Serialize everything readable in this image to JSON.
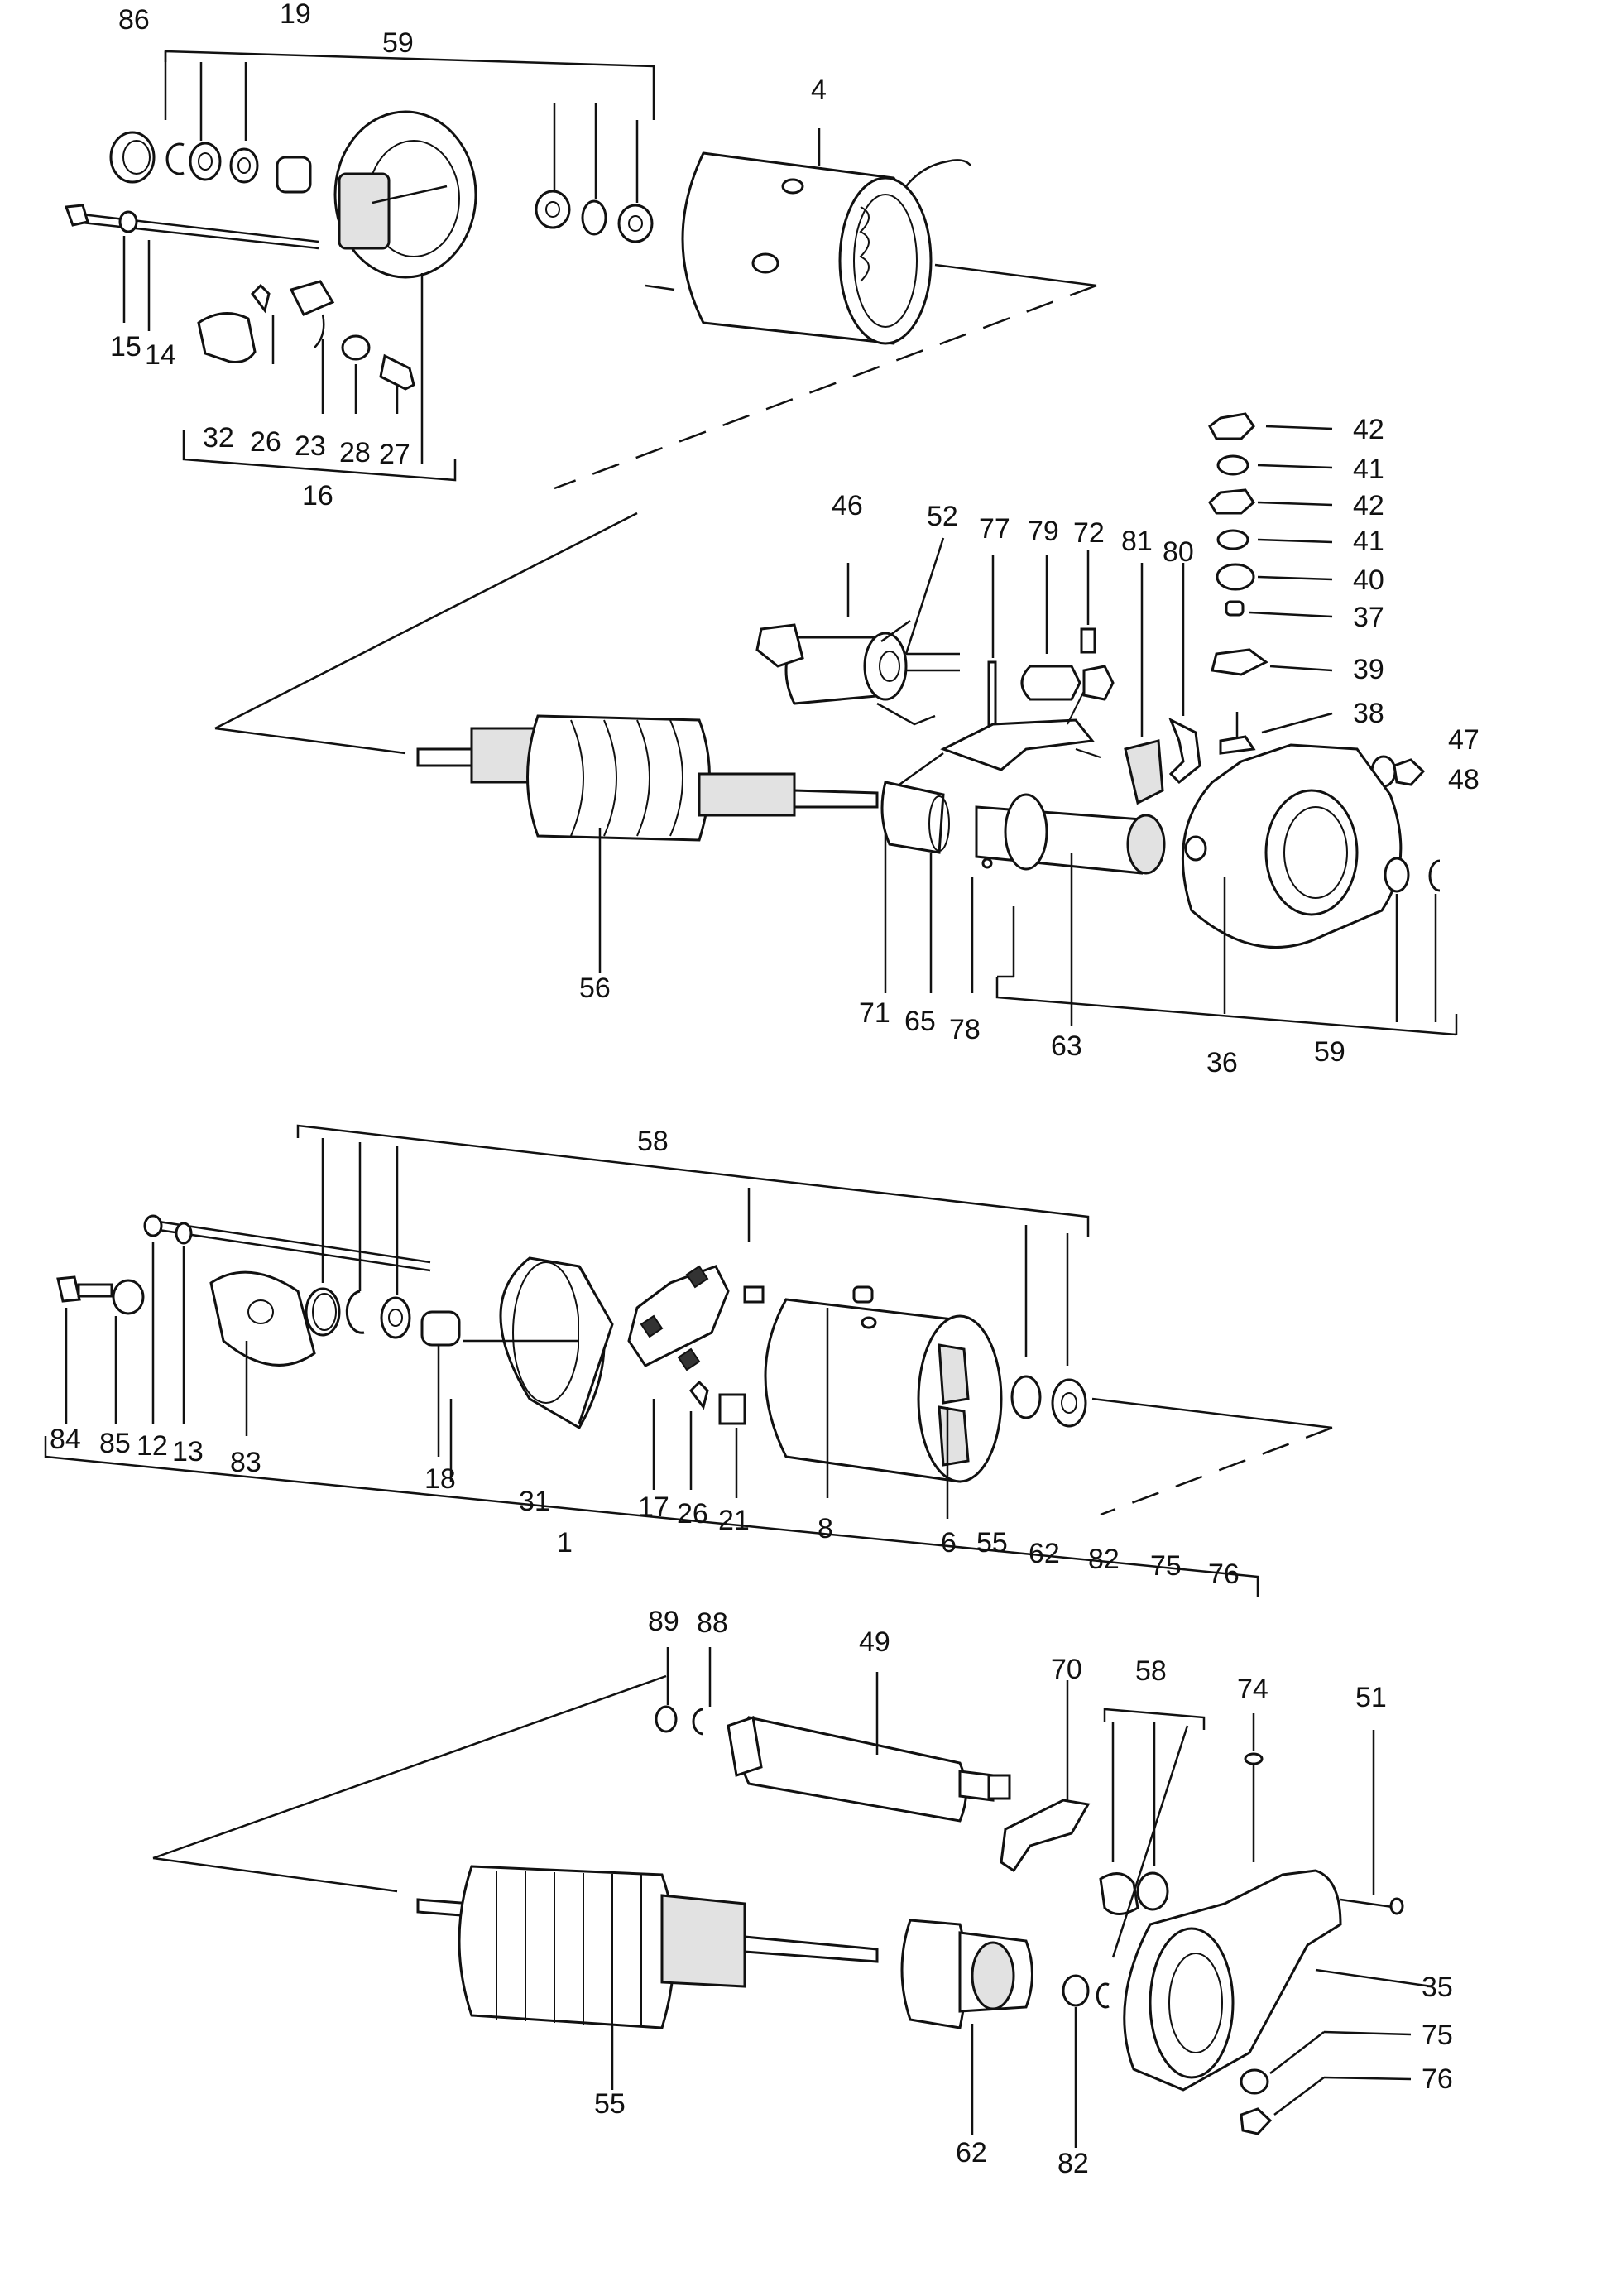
{
  "labels": {
    "l86": "86",
    "l19": "19",
    "l59a": "59",
    "l4": "4",
    "l15": "15",
    "l14": "14",
    "l32": "32",
    "l26a": "26",
    "l23": "23",
    "l28": "28",
    "l27": "27",
    "l16": "16",
    "l42a": "42",
    "l41a": "41",
    "l42b": "42",
    "l41b": "41",
    "l40": "40",
    "l37": "37",
    "l39": "39",
    "l38": "38",
    "l47": "47",
    "l48": "48",
    "l46": "46",
    "l52": "52",
    "l77": "77",
    "l79": "79",
    "l72": "72",
    "l81": "81",
    "l80": "80",
    "l56": "56",
    "l71": "71",
    "l65": "65",
    "l78": "78",
    "l63": "63",
    "l36": "36",
    "l59b": "59",
    "l58a": "58",
    "l84": "84",
    "l85": "85",
    "l12": "12",
    "l13": "13",
    "l83": "83",
    "l18": "18",
    "l31": "31",
    "l17": "17",
    "l26b": "26",
    "l21": "21",
    "l8": "8",
    "l6": "6",
    "l55a": "55",
    "l62a": "62",
    "l82a": "82",
    "l75a": "75",
    "l76a": "76",
    "l1": "1",
    "l89": "89",
    "l88": "88",
    "l49": "49",
    "l70": "70",
    "l58b": "58",
    "l74": "74",
    "l51": "51",
    "l35": "35",
    "l75b": "75",
    "l76b": "76",
    "l55b": "55",
    "l62b": "62",
    "l82b": "82"
  }
}
